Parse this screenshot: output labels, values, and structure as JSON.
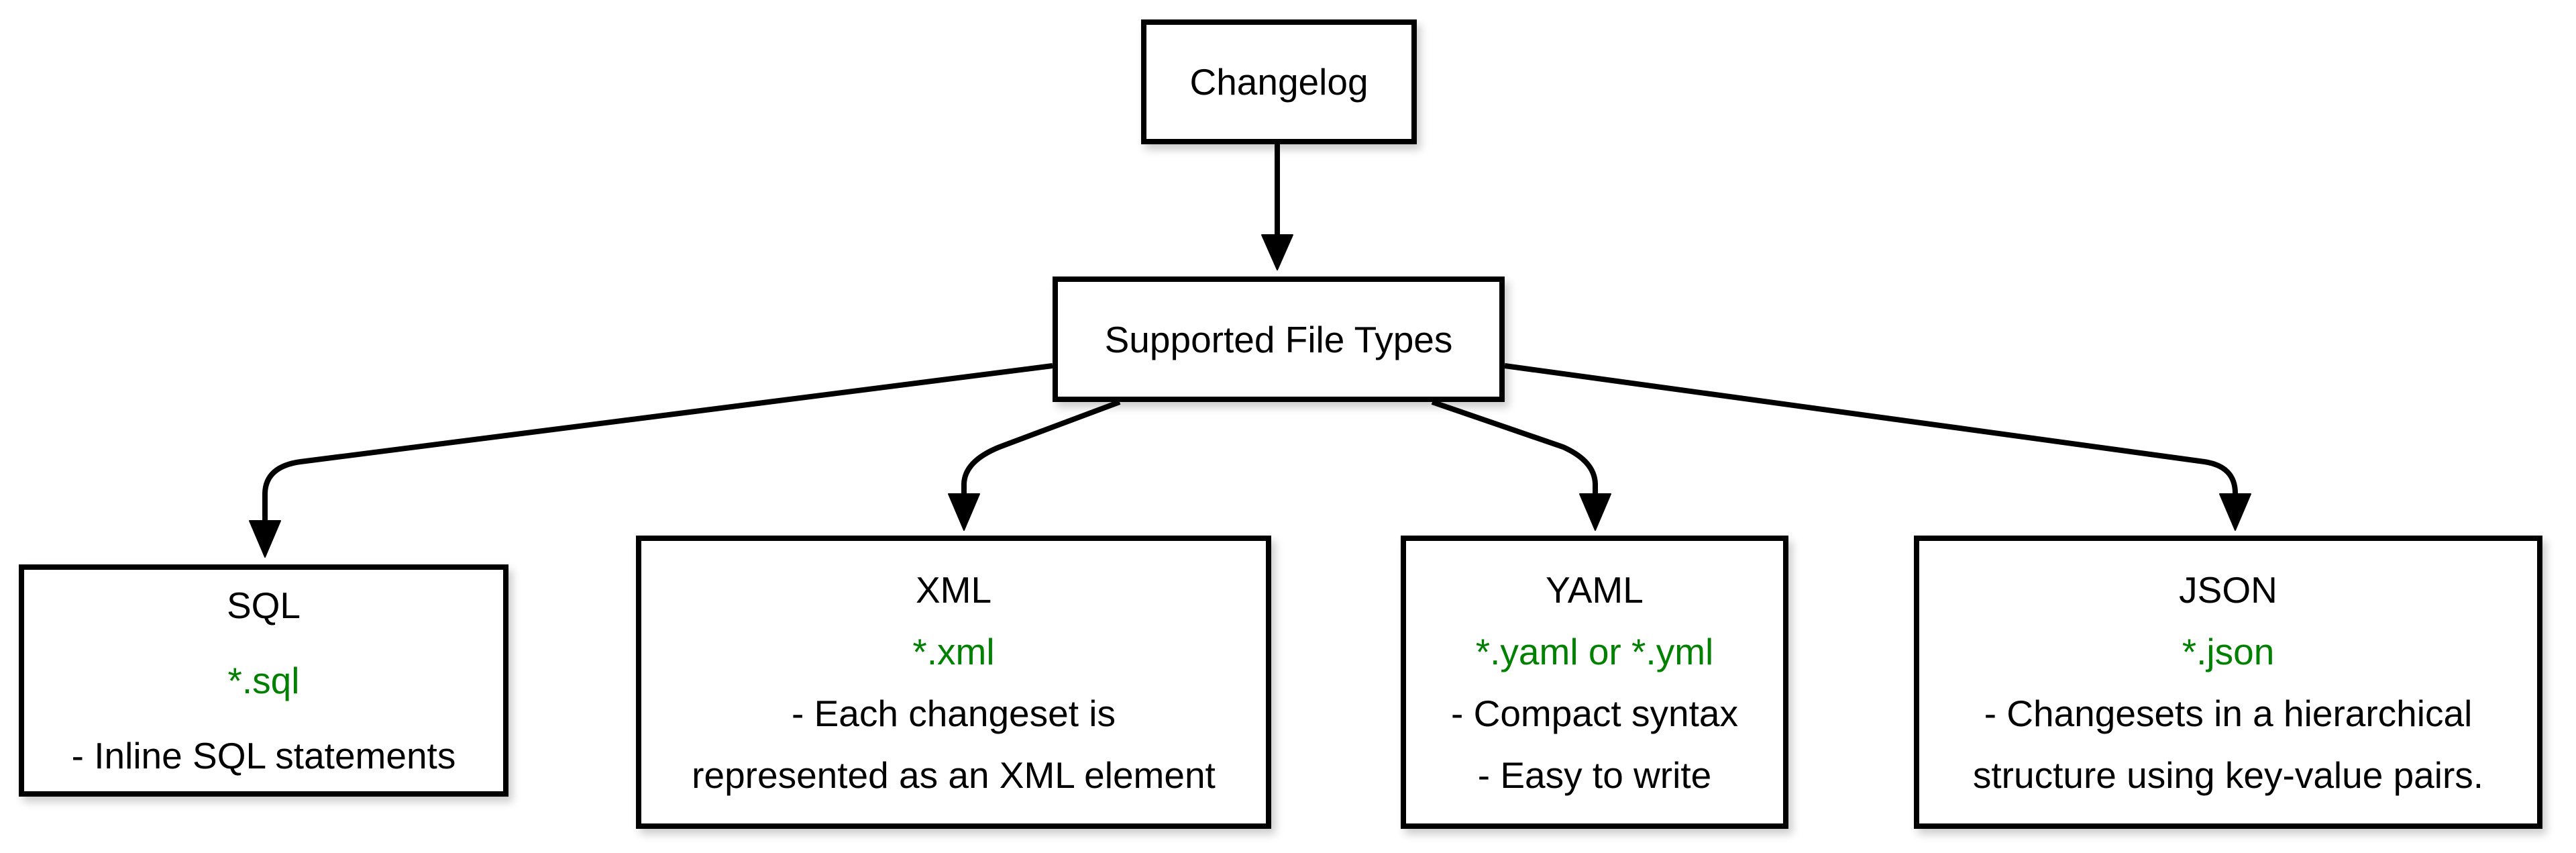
{
  "diagram": {
    "colors": {
      "background": "#ffffff",
      "line": "#000000",
      "accent_green": "#008000"
    },
    "nodes": {
      "changelog": {
        "label": "Changelog"
      },
      "supported": {
        "label": "Supported File Types"
      },
      "sql": {
        "title": "SQL",
        "pattern": "*.sql",
        "notes": [
          "- Inline SQL statements"
        ]
      },
      "xml": {
        "title": "XML",
        "pattern": "*.xml",
        "notes": [
          "- Each changeset is",
          "represented as an XML element"
        ]
      },
      "yaml": {
        "title": "YAML",
        "pattern": "*.yaml or *.yml",
        "notes": [
          "- Compact syntax",
          "- Easy to write"
        ]
      },
      "json": {
        "title": "JSON",
        "pattern": "*.json",
        "notes": [
          "- Changesets in a hierarchical",
          "structure using key-value pairs."
        ]
      }
    },
    "edges": [
      {
        "from": "Changelog",
        "to": "Supported File Types"
      },
      {
        "from": "Supported File Types",
        "to": "SQL"
      },
      {
        "from": "Supported File Types",
        "to": "XML"
      },
      {
        "from": "Supported File Types",
        "to": "YAML"
      },
      {
        "from": "Supported File Types",
        "to": "JSON"
      }
    ]
  }
}
